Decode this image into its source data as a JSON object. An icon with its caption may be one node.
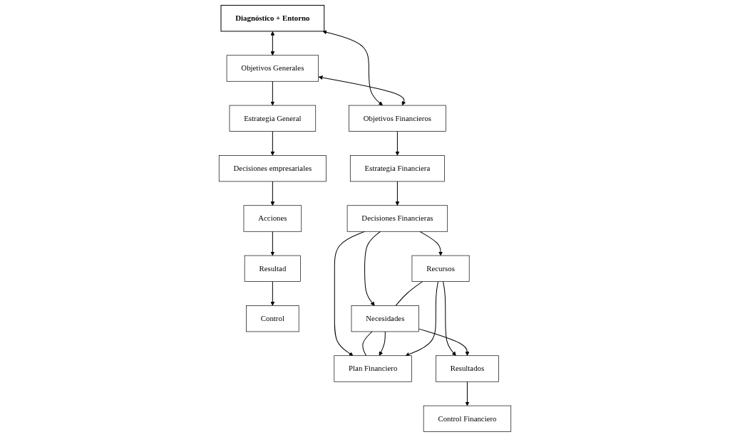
{
  "diagram": {
    "nodes": [
      {
        "text": [
          "Diagnóstico + Entorno"
        ]
      },
      {
        "text": [
          "Objetivos Generales"
        ]
      },
      {
        "text": [
          "Objetivos Financieros"
        ]
      },
      {
        "text": [
          "Estrategia General"
        ]
      },
      {
        "text": [
          "Decisiones empresariales"
        ]
      },
      {
        "text": [
          "Acciones"
        ]
      },
      {
        "text": [
          "Resultad"
        ]
      },
      {
        "text": [
          "Control"
        ]
      },
      {
        "text": [
          "Estrategia Financiera"
        ]
      },
      {
        "text": [
          "Decisiones Financieras"
        ]
      },
      {
        "text": [
          "Recursos"
        ]
      },
      {
        "text": [
          "Necesidades"
        ]
      },
      {
        "text": [
          "Plan Financiero"
        ]
      },
      {
        "text": [
          "Resultados"
        ]
      },
      {
        "text": [
          "Control Financiero"
        ]
      }
    ],
    "edges": [
      {
        "from": 0,
        "to": 1,
        "arrow": "both"
      },
      {
        "from": 0,
        "to": 2,
        "arrow": "both"
      },
      {
        "from": 1,
        "to": 2,
        "arrow": "both"
      },
      {
        "from": 1,
        "to": 3,
        "arrow": "to"
      },
      {
        "from": 3,
        "to": 4,
        "arrow": "to"
      },
      {
        "from": 4,
        "to": 5,
        "arrow": "to"
      },
      {
        "from": 5,
        "to": 6,
        "arrow": "to"
      },
      {
        "from": 6,
        "to": 7,
        "arrow": "to"
      },
      {
        "from": 2,
        "to": 8,
        "arrow": "to"
      },
      {
        "from": 8,
        "to": 9,
        "arrow": "to"
      },
      {
        "from": 9,
        "to": 10,
        "arrow": "to"
      },
      {
        "from": 9,
        "to": 11,
        "arrow": "to"
      },
      {
        "from": 9,
        "to": 12,
        "arrow": "to"
      },
      {
        "from": 10,
        "to": 11,
        "arrow": "none"
      },
      {
        "from": 11,
        "to": 12,
        "arrow": "none"
      },
      {
        "from": 10,
        "to": 13,
        "arrow": "to"
      },
      {
        "from": 11,
        "to": 13,
        "arrow": "to"
      },
      {
        "from": 11,
        "to": 12,
        "arrow": "to"
      },
      {
        "from": 10,
        "to": 12,
        "arrow": "to"
      },
      {
        "from": 13,
        "to": 14,
        "arrow": "to"
      }
    ]
  }
}
